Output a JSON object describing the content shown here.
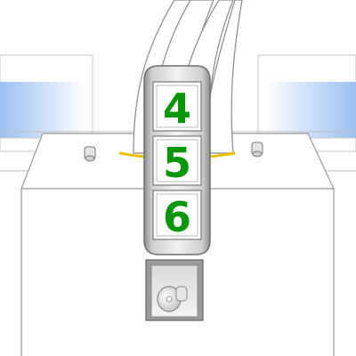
{
  "counter": {
    "digits": [
      "4",
      "5",
      "6"
    ],
    "digit_color": "#0a960a"
  },
  "colors": {
    "housing_gray": "#b9b9b9",
    "tube_white": "#ffffff",
    "accent_yellow": "#e8c200",
    "window_blue": "#7fa6e8"
  },
  "icons": {
    "left_screw": "screw-icon",
    "right_screw": "screw-icon",
    "knob": "knob-icon"
  }
}
